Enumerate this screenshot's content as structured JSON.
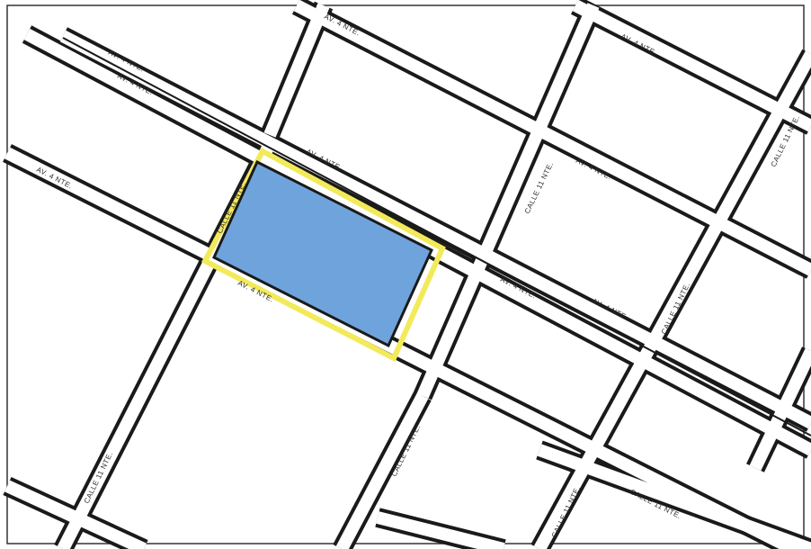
{
  "map": {
    "colors": {
      "background": "#ffffff",
      "street_outline": "#1a1a1a",
      "street_fill": "#ffffff",
      "highlight_fill": "#6fa3dc",
      "highlight_border": "#f2ea5a",
      "frame": "#333333"
    },
    "street_labels": [
      "AV. 4 NTE.",
      "AV. 4 NTE.",
      "AV. 4 NTE.",
      "AV. 4 NTE.",
      "AV. 4 NTE.",
      "AV. 4 NTE.",
      "AV. 4 NTE.",
      "AV. 4 NTE.",
      "AV. 4 NTE.",
      "AV. 4 NTE.",
      "CALLE 11 NTE.",
      "CALLE 11 NTE.",
      "CALLE 11 NTE.",
      "CALLE 11 NTE.",
      "CALLE 11 NTE.",
      "CALLE 11 NTE.",
      "CALLE 11 NTE.",
      "CALLE 11 NTE."
    ]
  }
}
